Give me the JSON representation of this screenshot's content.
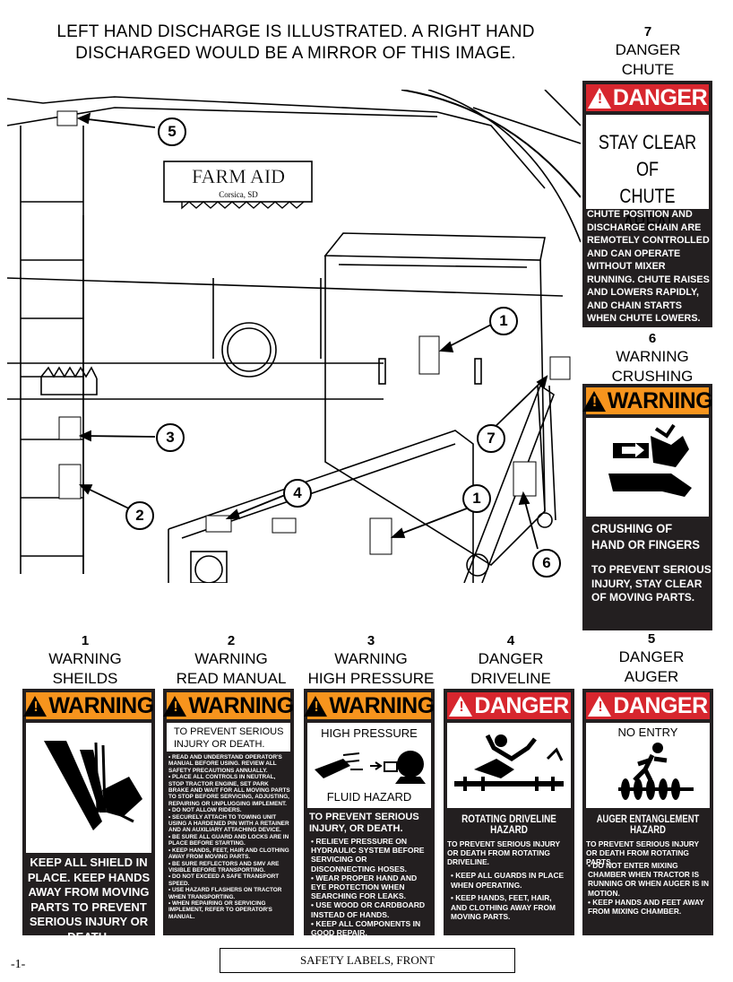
{
  "header": {
    "note_line1": "LEFT HAND DISCHARGE IS ILLUSTRATED. A RIGHT HAND",
    "note_line2": "DISCHARGED WOULD BE A MIRROR  OF THIS IMAGE."
  },
  "diagram": {
    "brand_name": "FARM AID",
    "brand_location": "Corsica, SD",
    "callouts": [
      "5",
      "1",
      "3",
      "7",
      "4",
      "2",
      "1",
      "6"
    ]
  },
  "labels": {
    "l7": {
      "number": "7",
      "line1": "DANGER",
      "line2": "CHUTE",
      "signal": "DANGER",
      "headline1": "STAY CLEAR OF",
      "headline2": "CHUTE AREA!",
      "body": [
        "CHUTE POSITION AND",
        "DISCHARGE CHAIN ARE",
        "REMOTELY CONTROLLED",
        "AND CAN OPERATE",
        "WITHOUT MIXER",
        "RUNNING. CHUTE RAISES",
        "AND LOWERS RAPIDLY,",
        "AND CHAIN STARTS",
        "WHEN CHUTE LOWERS."
      ]
    },
    "l6": {
      "number": "6",
      "line1": "WARNING",
      "line2": "CRUSHING",
      "signal": "WARNING",
      "headline1": "CRUSHING OF",
      "headline2": "HAND OR FINGERS",
      "body": [
        "TO PREVENT SERIOUS",
        "INJURY, STAY CLEAR",
        "OF MOVING PARTS."
      ]
    },
    "l1": {
      "number": "1",
      "line1": "WARNING",
      "line2": "SHEILDS",
      "signal": "WARNING",
      "body": [
        "KEEP ALL SHIELD IN",
        "PLACE. KEEP HANDS",
        "AWAY FROM MOVING",
        "PARTS TO PREVENT",
        "SERIOUS INJURY OR",
        "DEATH."
      ]
    },
    "l2": {
      "number": "2",
      "line1": "WARNING",
      "line2": "READ MANUAL",
      "signal": "WARNING",
      "headline1": "TO PREVENT SERIOUS",
      "headline2": "INJURY OR DEATH.",
      "body": [
        "• READ AND UNDERSTAND OPERATOR'S MANUAL BEFORE USING. REVIEW ALL SAFETY PRECAUTIONS ANNUALLY.",
        "• PLACE ALL CONTROLS IN  NEUTRAL, STOP TRACTOR ENGINE, SET PARK BRAKE AND WAIT FOR ALL MOVING PARTS TO STOP BEFORE SERVICING, ADJUSTING, REPAIRING OR UNPLUGGING IMPLEMENT.",
        "• DO NOT ALLOW RIDERS.",
        "• SECURELY ATTACH TO TOWING UNIT USING A HARDENED PIN WITH A RETAINER AND AN AUXILIARY ATTACHING DEVICE.",
        "• BE SURE ALL GUARD AND LOCKS ARE IN PLACE BEFORE STARTING.",
        "• KEEP HANDS, FEET, HAIR AND CLOTHING AWAY FROM MOVING PARTS.",
        "• BE SURE REFLECTORS AND SMV ARE VISIBLE BEFORE TRANSPORTING.",
        "• DO NOT EXCEED A SAFE TRANSPORT SPEED.",
        "• USE HAZARD FLASHERS ON TRACTOR WHEN TRANSPORTING.",
        "• WHEN REPAIRING OR SERVICING IMPLEMENT, REFER TO OPERATOR'S MANUAL."
      ]
    },
    "l3": {
      "number": "3",
      "line1": "WARNING",
      "line2": "HIGH PRESSURE",
      "signal": "WARNING",
      "top1": "HIGH PRESSURE",
      "top2": "FLUID HAZARD",
      "headline1": "TO PREVENT SERIOUS",
      "headline2": "INJURY, OR DEATH.",
      "body": [
        "• RELIEVE PRESSURE ON HYDRAULIC SYSTEM BEFORE SERVICING OR DISCONNECTING HOSES.",
        "• WEAR PROPER HAND AND EYE PROTECTION WHEN SEARCHING FOR LEAKS.",
        "• USE WOOD OR CARDBOARD INSTEAD OF HANDS.",
        "• KEEP ALL COMPONENTS IN GOOD REPAIR."
      ]
    },
    "l4": {
      "number": "4",
      "line1": "DANGER",
      "line2": "DRIVELINE",
      "signal": "DANGER",
      "headline1": "ROTATING DRIVELINE HAZARD",
      "body_intro": "TO PREVENT SERIOUS INJURY OR DEATH FROM ROTATING DRIVELINE.",
      "body": [
        "• KEEP ALL GUARDS IN PLACE WHEN OPERATING.",
        "• KEEP HANDS, FEET, HAIR, AND CLOTHING AWAY FROM MOVING PARTS."
      ]
    },
    "l5": {
      "number": "5",
      "line1": "DANGER",
      "line2": "AUGER",
      "signal": "DANGER",
      "top1": "NO ENTRY",
      "headline1": "AUGER ENTANGLEMENT HAZARD",
      "body_intro": "TO PREVENT SERIOUS INJURY OR DEATH FROM ROTATING PARTS.",
      "body": [
        "• DO NOT ENTER MIXING CHAMBER WHEN TRACTOR IS RUNNING OR WHEN AUGER IS IN MOTION.",
        "• KEEP HANDS AND FEET AWAY FROM MIXING CHAMBER."
      ]
    }
  },
  "footer": {
    "page_number": "-1-",
    "caption": "SAFETY LABELS, FRONT"
  },
  "colors": {
    "warning_orange": "#f7941d",
    "danger_red": "#d7262e",
    "label_black": "#231f20"
  },
  "icons": [
    "warning-triangle-icon",
    "crushing-hand-icon",
    "shield-entanglement-icon",
    "fluid-injection-icon",
    "driveline-entanglement-icon",
    "auger-entry-icon"
  ]
}
